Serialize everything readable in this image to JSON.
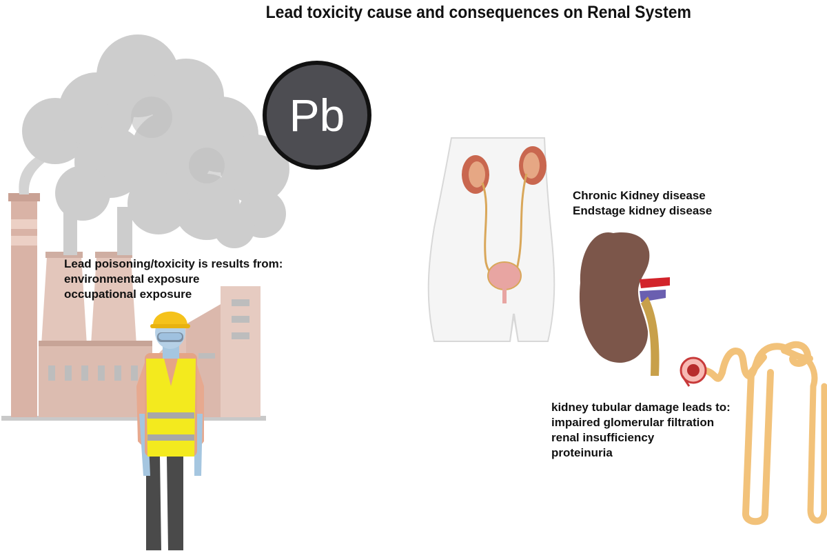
{
  "title": "Lead toxicity cause and consequences on Renal System",
  "element_symbol": "Pb",
  "cause": {
    "heading": "Lead poisoning/toxicity is results from:",
    "items": [
      "environmental exposure",
      "occupational exposure"
    ]
  },
  "disease": {
    "items": [
      "Chronic Kidney disease",
      "Endstage kidney disease"
    ]
  },
  "tubular": {
    "heading": "kidney tubular damage leads to:",
    "items": [
      "impaired glomerular filtration",
      "renal insufficiency",
      "proteinuria"
    ]
  },
  "colors": {
    "smoke": "#cfcfcf",
    "factory": "#d9b8ac",
    "pb_circle": "#4f4f53",
    "vest": "#f4ec1a",
    "kidney": "#7b5548",
    "nephron": "#f2c27a"
  }
}
